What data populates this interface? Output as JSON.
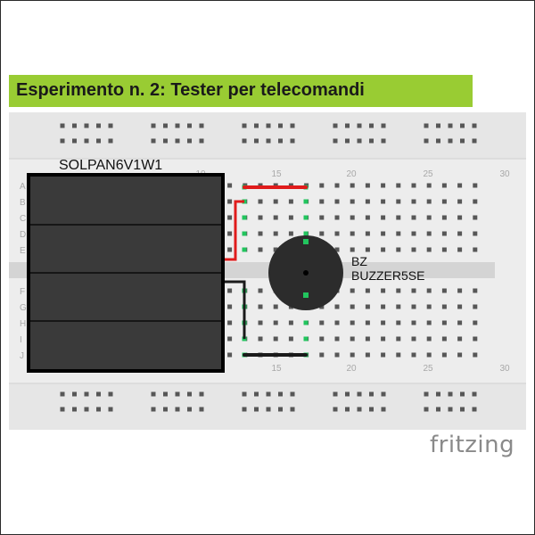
{
  "title": "Esperimento n. 2: Tester per telecomandi",
  "logo": "fritzing",
  "breadboard": {
    "row_labels_top": [
      "A",
      "B",
      "C",
      "D",
      "E"
    ],
    "row_labels_bottom": [
      "F",
      "G",
      "H",
      "I",
      "J"
    ],
    "column_numbers": [
      "10",
      "15",
      "20",
      "25",
      "30"
    ]
  },
  "solar_panel": {
    "label": "SOLPAN6V1W1"
  },
  "buzzer": {
    "label_line1": "BZ",
    "label_line2": "BUZZER5SE"
  },
  "colors": {
    "title_bg": "#99cc33",
    "board_bg": "#e6e6e6",
    "hole": "#575757",
    "wire_red": "#e01b1b",
    "wire_black": "#1a1a1a",
    "connected_green": "#22c55e",
    "panel_fill": "#3a3a3a"
  }
}
